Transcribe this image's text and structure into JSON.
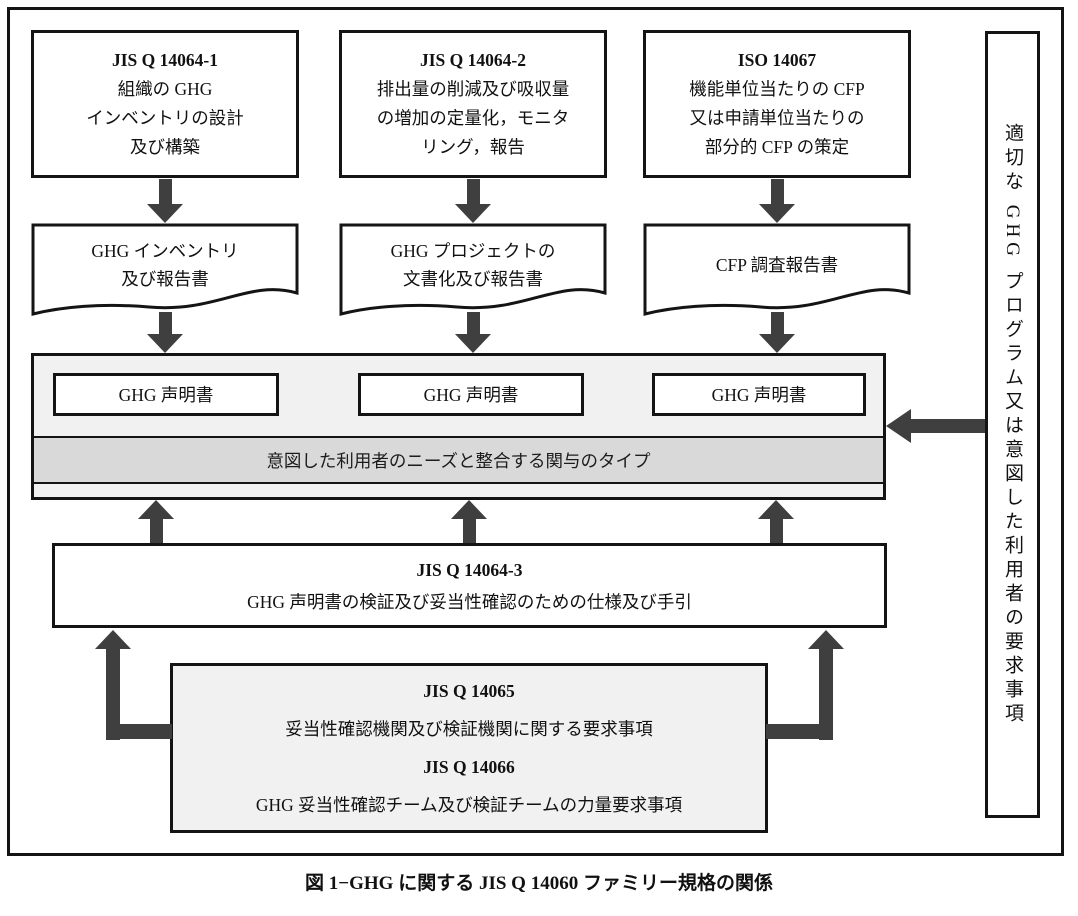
{
  "standards": [
    {
      "title": "JIS Q 14064-1",
      "body": "組織の GHG\nインベントリの設計\n及び構築",
      "output_doc": "GHG インベントリ\n及び報告書"
    },
    {
      "title": "JIS Q 14064-2",
      "body": "排出量の削減及び吸収量\nの増加の定量化，モニタ\nリング，報告",
      "output_doc": "GHG プロジェクトの\n文書化及び報告書"
    },
    {
      "title": "ISO 14067",
      "body": "機能単位当たりの CFP\n又は申請単位当たりの\n部分的 CFP の策定",
      "output_doc": "CFP 調査報告書"
    }
  ],
  "engagement_panel": {
    "statements": [
      "GHG 声明書",
      "GHG 声明書",
      "GHG 声明書"
    ],
    "band_label": "意図した利用者のニーズと整合する関与のタイプ"
  },
  "side_panel": {
    "label": "適切な GHG プログラム又は意図した利用者の要求事項"
  },
  "verification_box": {
    "title": "JIS Q 14064-3",
    "body": "GHG 声明書の検証及び妥当性確認のための仕様及び手引"
  },
  "bodies_box": {
    "title_1": "JIS Q 14065",
    "body_1": "妥当性確認機関及び検証機関に関する要求事項",
    "title_2": "JIS Q 14066",
    "body_2": "GHG 妥当性確認チーム及び検証チームの力量要求事項"
  },
  "caption": "図 1−GHG に関する JIS Q 14060 ファミリー規格の関係",
  "colors": {
    "border": "#141414",
    "arrow": "#3f3f3f",
    "panel_fill": "#f1f1f1",
    "band_fill": "#d9d9d9"
  }
}
